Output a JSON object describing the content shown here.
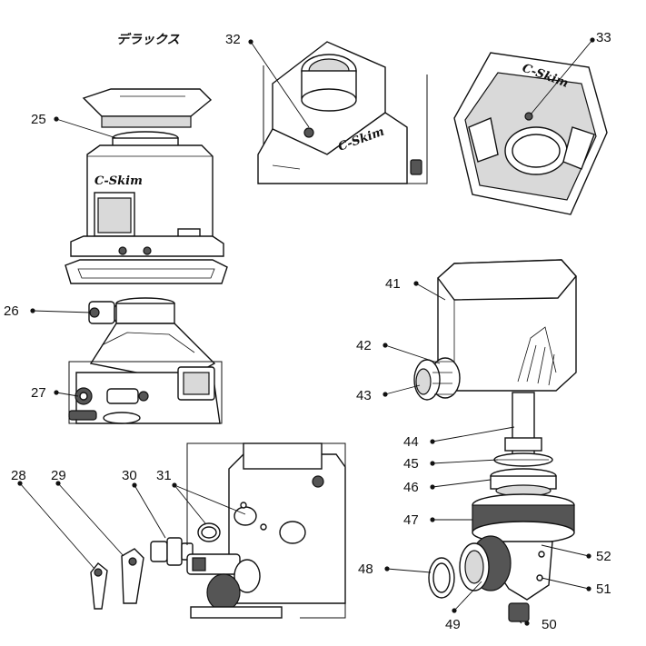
{
  "title": "デラックス",
  "logo_text": "C-Skim",
  "parts": [
    "25",
    "26",
    "27",
    "28",
    "29",
    "30",
    "31",
    "32",
    "33",
    "41",
    "42",
    "43",
    "44",
    "45",
    "46",
    "47",
    "48",
    "49",
    "50",
    "51",
    "52"
  ]
}
